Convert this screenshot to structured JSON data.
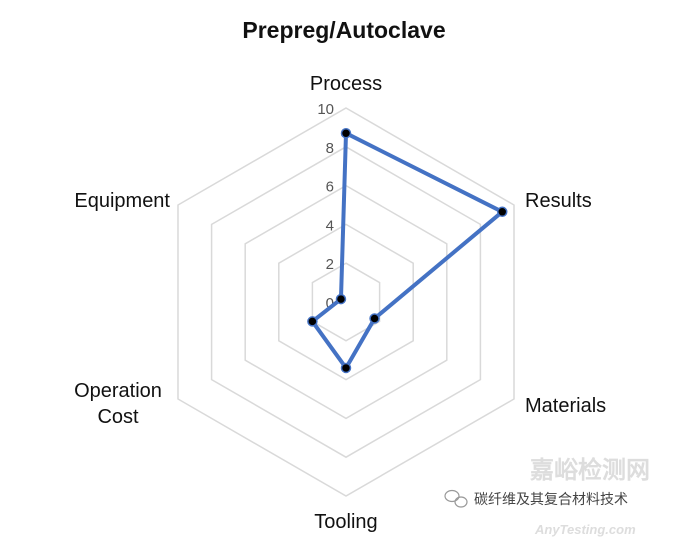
{
  "chart_data": {
    "type": "radar",
    "title": "Prepreg/Autoclave",
    "categories": [
      "Process",
      "Results",
      "Materials",
      "Tooling",
      "Operation Cost",
      "Equipment"
    ],
    "category_lines": [
      [
        "Process"
      ],
      [
        "Results"
      ],
      [
        "Materials"
      ],
      [
        "Tooling"
      ],
      [
        "Operation",
        "Cost"
      ],
      [
        "Equipment"
      ]
    ],
    "values": [
      8.7,
      9.3,
      1.7,
      3.4,
      2.0,
      0.3
    ],
    "rlim": [
      0,
      10
    ],
    "ticks": [
      "0",
      "2",
      "4",
      "6",
      "8",
      "10"
    ],
    "grid": true,
    "legend": "none",
    "colors": {
      "series": "#4472C4",
      "marker": "#000000",
      "grid": "#d9d9d9"
    }
  },
  "watermark": {
    "text": "碳纤维及其复合材料技术",
    "site": "嘉峪检测网",
    "site_en": "AnyTesting.com"
  }
}
